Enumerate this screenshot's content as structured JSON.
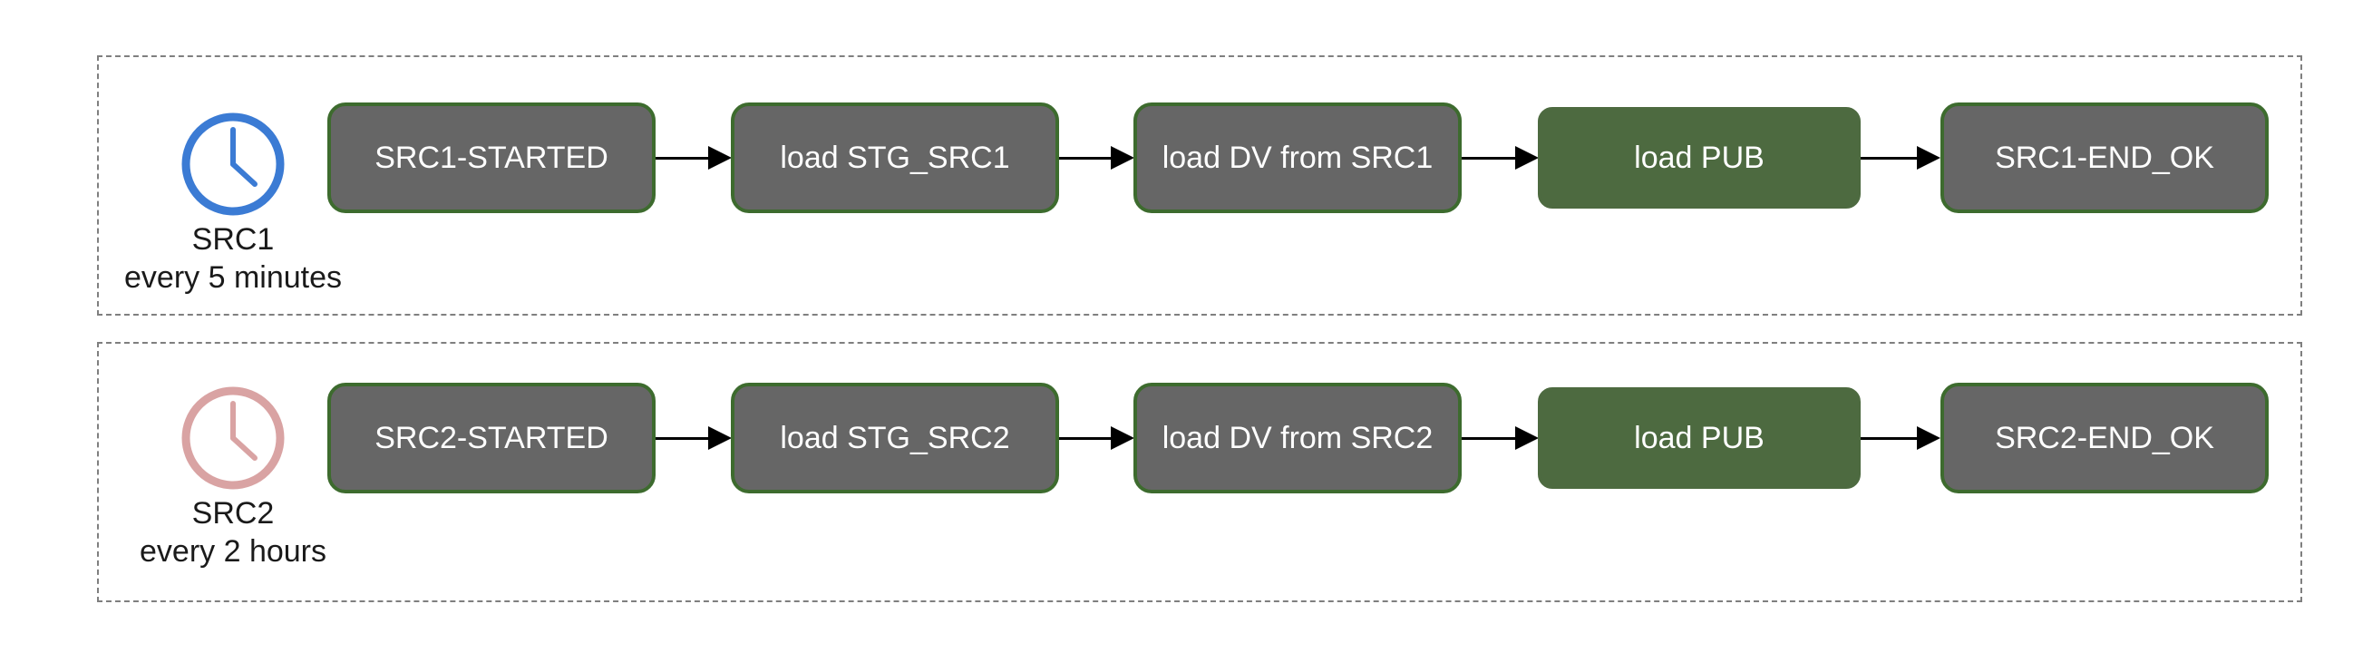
{
  "lanes": [
    {
      "clock": {
        "icon": "clock-icon",
        "color": "#3b7bd4"
      },
      "source_label": "SRC1",
      "schedule_label": "every 5 minutes",
      "steps": [
        {
          "label": "SRC1-STARTED",
          "kind": "task"
        },
        {
          "label": "load STG_SRC1",
          "kind": "task"
        },
        {
          "label": "load DV from SRC1",
          "kind": "task"
        },
        {
          "label": "load PUB",
          "kind": "pub"
        },
        {
          "label": "SRC1-END_OK",
          "kind": "task"
        }
      ]
    },
    {
      "clock": {
        "icon": "clock-icon",
        "color": "#d9a3a3"
      },
      "source_label": "SRC2",
      "schedule_label": "every 2 hours",
      "steps": [
        {
          "label": "SRC2-STARTED",
          "kind": "task"
        },
        {
          "label": "load STG_SRC2",
          "kind": "task"
        },
        {
          "label": "load DV from SRC2",
          "kind": "task"
        },
        {
          "label": "load PUB",
          "kind": "pub"
        },
        {
          "label": "SRC2-END_OK",
          "kind": "task"
        }
      ]
    }
  ],
  "colors": {
    "task_fill": "#666666",
    "task_border": "#3d6b2e",
    "pub_fill": "#4d6a40",
    "arrow": "#000000",
    "lane_border": "#7f7f7f"
  }
}
